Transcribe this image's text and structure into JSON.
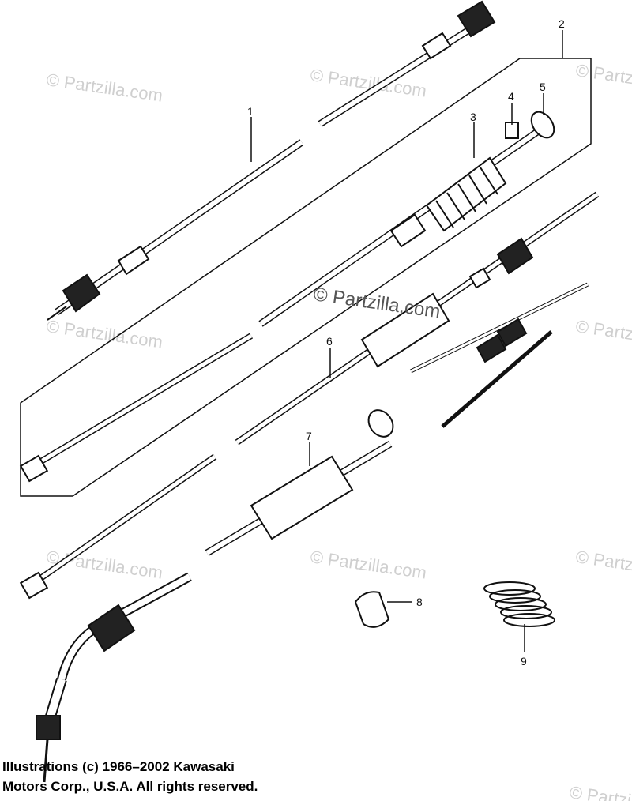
{
  "callouts": [
    "1",
    "2",
    "3",
    "4",
    "5",
    "6",
    "7",
    "8",
    "9"
  ],
  "watermark": "© Partzilla.com",
  "watermark_faint": "© Partzilla.com",
  "copyright": {
    "line1": "Illustrations (c) 1966–2002 Kawasaki",
    "line2": "Motors Corp., U.S.A.  All rights reserved."
  }
}
